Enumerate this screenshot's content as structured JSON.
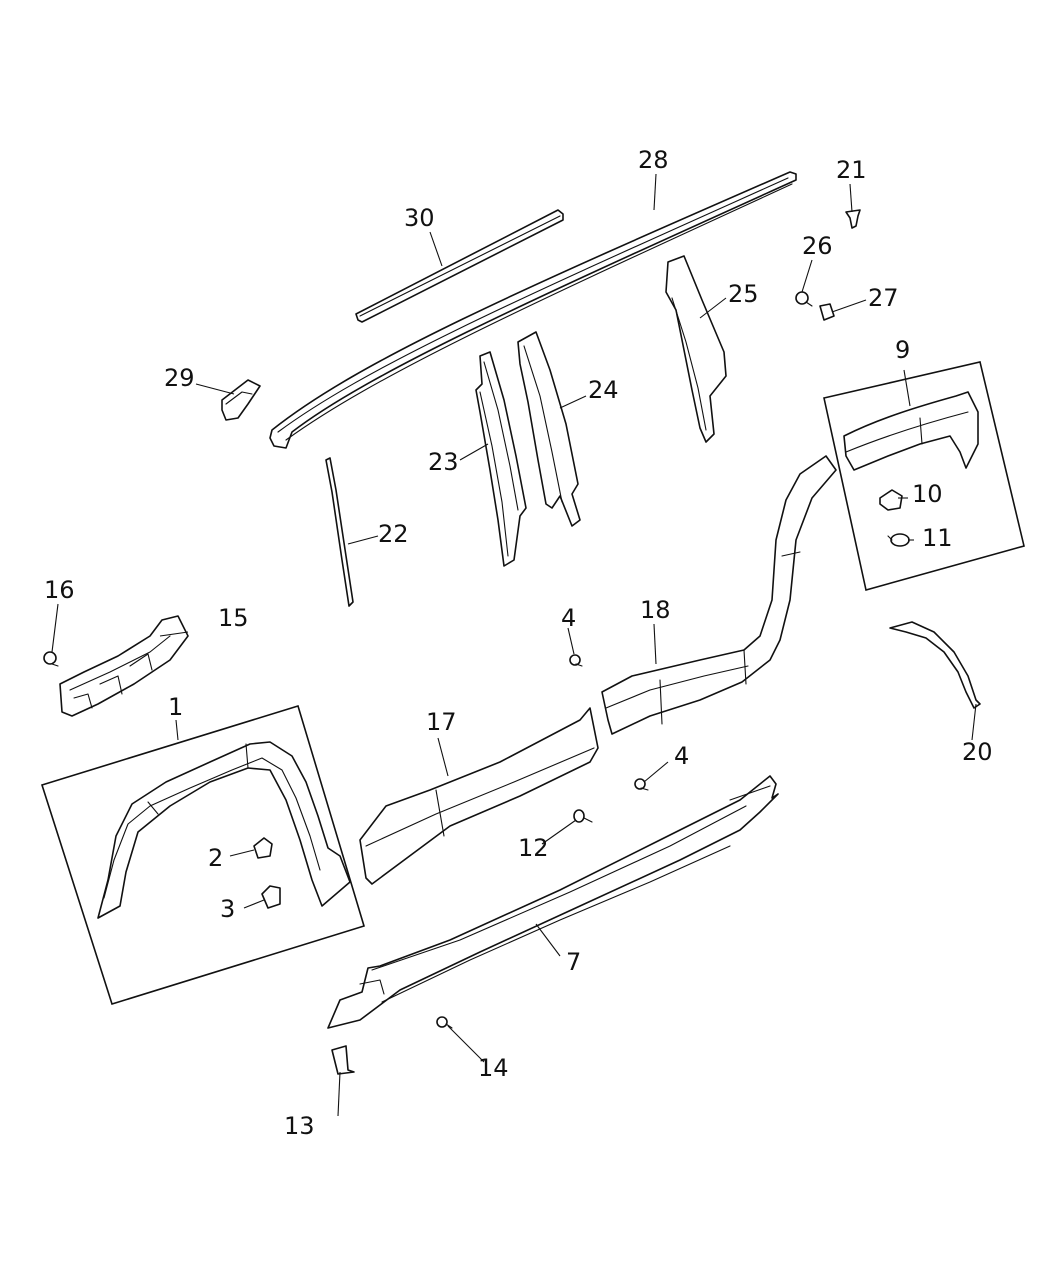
{
  "callouts": {
    "c1": "1",
    "c2": "2",
    "c3": "3",
    "c4a": "4",
    "c4b": "4",
    "c7": "7",
    "c9": "9",
    "c10": "10",
    "c11": "11",
    "c12": "12",
    "c13": "13",
    "c14": "14",
    "c15": "15",
    "c16": "16",
    "c17": "17",
    "c18": "18",
    "c20": "20",
    "c21": "21",
    "c22": "22",
    "c23": "23",
    "c24": "24",
    "c25": "25",
    "c26": "26",
    "c27": "27",
    "c28": "28",
    "c29": "29",
    "c30": "30"
  },
  "colors": {
    "line": "#111111",
    "background": "#ffffff"
  }
}
